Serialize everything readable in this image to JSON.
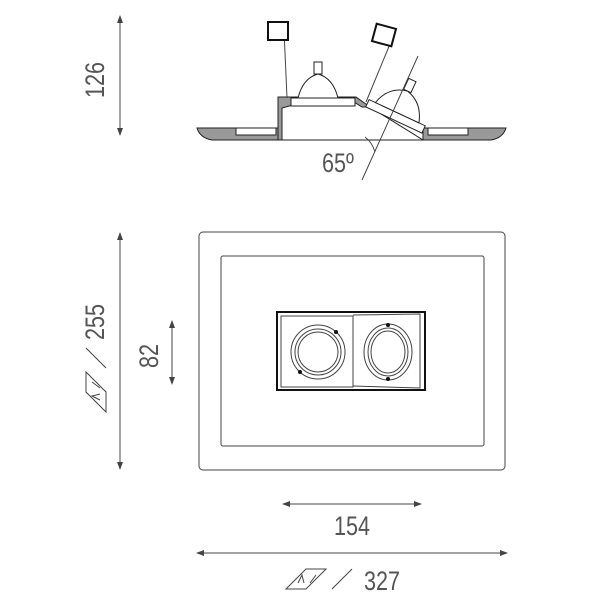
{
  "drawing": {
    "side_view": {
      "height_label": "126",
      "tilt_angle_label": "65º"
    },
    "plan_view": {
      "height_label": "255",
      "module_height_label": "82",
      "module_width_label": "154",
      "width_label": "327"
    },
    "icons": [
      "fire-rated-symbol-icon",
      "dimension-arrow-icon"
    ],
    "colors": {
      "housing_fill": "#999999",
      "line": "#111111",
      "text": "#555555"
    }
  }
}
